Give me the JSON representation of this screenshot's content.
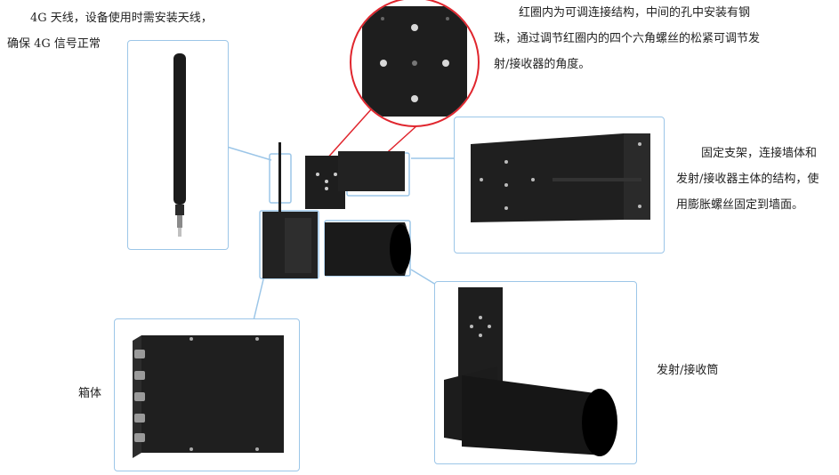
{
  "labels": {
    "antenna": [
      "4G 天线，设备使用时需安装天线，",
      "确保 4G 信号正常"
    ],
    "adjust": [
      "红圈内为可调连接结构，中间的孔中安装有钢",
      "珠，通过调节红圈内的四个六角螺丝的松紧可调节发",
      "射/接收器的角度。"
    ],
    "bracket": [
      "固定支架，连接墙体和",
      "发射/接收器主体的结构，使",
      "用膨胀螺丝固定到墙面。"
    ],
    "box": "箱体",
    "tube": "发射/接收筒"
  },
  "colors": {
    "callout_border": "#9cc6e8",
    "highlight_red": "#e0262e",
    "device_black": "#1b1b1b"
  },
  "icons": {
    "antenna": "antenna-image",
    "adjust": "adjust-joint-image",
    "bracket": "bracket-image",
    "box": "enclosure-image",
    "tube": "tube-image",
    "assembly": "assembly-image"
  }
}
